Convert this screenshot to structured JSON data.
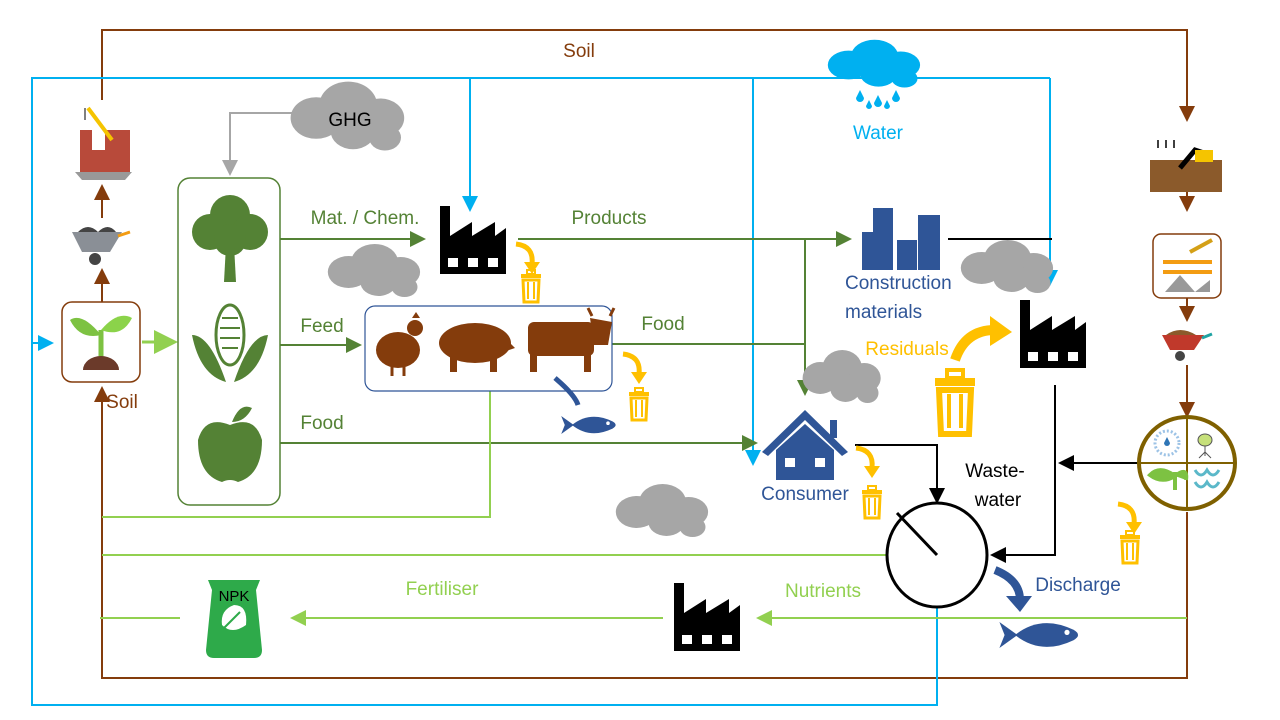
{
  "labels": {
    "soil_top": "Soil",
    "water": "Water",
    "ghg": "GHG",
    "mat_chem": "Mat. / Chem.",
    "products": "Products",
    "construction_line1": "Construction",
    "construction_line2": "materials",
    "feed": "Feed",
    "food_animals": "Food",
    "food_plants": "Food",
    "residuals": "Residuals",
    "consumer": "Consumer",
    "wastewater_line1": "Waste-",
    "wastewater_line2": "water",
    "soil_left": "Soil",
    "fertiliser": "Fertiliser",
    "nutrients": "Nutrients",
    "discharge": "Discharge",
    "npk": "NPK"
  },
  "colors": {
    "soil_flow": "#843C0C",
    "water_flow": "#00B0F0",
    "bio_flow": "#548235",
    "nutrient_flow": "#92D050",
    "waste": "#FFC000",
    "blue_text": "#2F5597",
    "ghg": "#A6A6A6"
  }
}
